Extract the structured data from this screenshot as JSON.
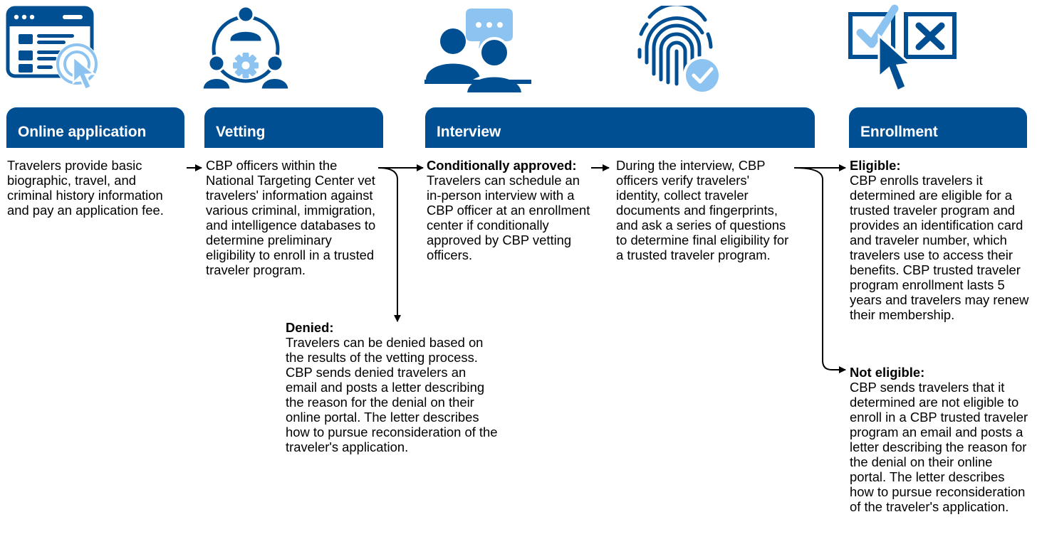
{
  "colors": {
    "primary": "#004f93",
    "light": "#8cc3f0",
    "white": "#ffffff"
  },
  "icons": [
    "browser-click-icon",
    "team-gear-icon",
    "conversation-icon",
    "fingerprint-check-icon",
    "checkbox-selection-icon"
  ],
  "stages": {
    "online": {
      "title": "Online application"
    },
    "vetting": {
      "title": "Vetting"
    },
    "interview": {
      "title": "Interview"
    },
    "enrollment": {
      "title": "Enrollment"
    }
  },
  "texts": {
    "online": "Travelers provide basic biographic, travel, and criminal history information and pay an application fee.",
    "vetting": "CBP officers within the National Targeting Center vet travelers' information against various criminal, immigration, and intelligence databases to determine preliminary eligibility to enroll in a trusted traveler program.",
    "conditional": {
      "heading": "Conditionally approved:",
      "body": "Travelers can schedule an in-person interview with a CBP officer at an enrollment center if conditionally approved by CBP vetting officers."
    },
    "denied": {
      "heading": "Denied:",
      "body": "Travelers can be denied based on the results of the vetting process. CBP sends denied travelers an email and posts a letter describing the reason for the denial on their online portal. The letter describes how to pursue reconsideration of the traveler's application."
    },
    "interview": "During the interview, CBP officers verify travelers' identity, collect traveler documents and fingerprints, and ask a series of questions to determine final eligibility for a trusted traveler program.",
    "eligible": {
      "heading": "Eligible:",
      "body": "CBP enrolls travelers it determined are eligible for a trusted traveler program and provides an identification card and traveler number, which travelers use to access their benefits. CBP trusted traveler program enrollment lasts 5 years and travelers may renew their membership."
    },
    "not_eligible": {
      "heading": "Not eligible:",
      "body": "CBP sends travelers that it determined are not eligible to enroll in a CBP trusted traveler program an email and posts a letter describing the reason for the denial on their online portal. The letter describes how to pursue reconsideration of the traveler's application."
    }
  }
}
